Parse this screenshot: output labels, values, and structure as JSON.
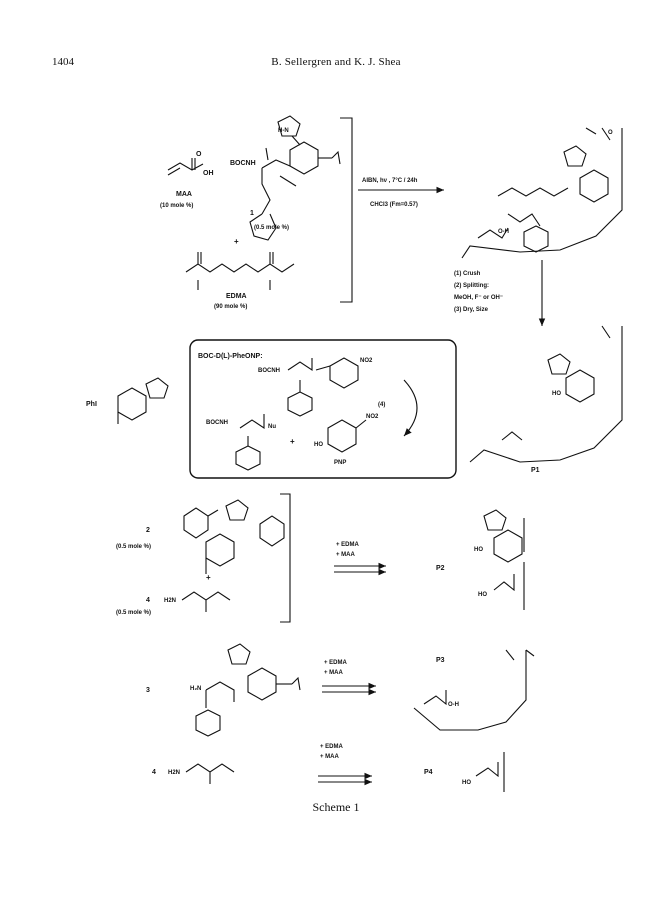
{
  "header": {
    "page_number": "1404",
    "running_head": "B. Sellergren and K. J. Shea"
  },
  "scheme": {
    "caption": "Scheme 1",
    "top": {
      "maa": "MAA",
      "maa_amount": "(10 mole %)",
      "compound_1": "1",
      "compound_1_amount": "(0.5 mole %)",
      "bocnh": "BOCNH",
      "plus": "+",
      "edma": "EDMA",
      "edma_amount": "(90 mole %)",
      "conditions_1": "AIBN, hν , 7°C / 24h",
      "conditions_2": "CHCl3 (Fm=0.57)",
      "steps": [
        "(1) Crush",
        "(2) Splitting:",
        "MeOH, F⁻ or OH⁻",
        "(3) Dry, Size"
      ]
    },
    "box": {
      "title": "BOC-D(L)-PheONP:",
      "bocnh_a": "BOCNH",
      "no2_a": "NO2",
      "bocnh_b": "BOCNH",
      "nu": "Nu",
      "plus": "+",
      "ho": "HO",
      "no2_b": "NO2",
      "pnp": "PNP",
      "step4": "(4)"
    },
    "phi": "PhI",
    "p1": "P1",
    "row2": {
      "compound_2": "2",
      "amount_2": "(0.5 mole %)",
      "plus": "+",
      "compound_4": "4",
      "h2n": "H2N",
      "amount_4": "(0.5 mole %)",
      "reagents": [
        "+ EDMA",
        "+ MAA"
      ],
      "product": "P2"
    },
    "row3": {
      "compound_3": "3",
      "reagents": [
        "+ EDMA",
        "+ MAA"
      ],
      "product": "P3"
    },
    "row4": {
      "compound_4": "4",
      "h2n": "H2N",
      "reagents": [
        "+ EDMA",
        "+ MAA"
      ],
      "product": "P4"
    }
  }
}
